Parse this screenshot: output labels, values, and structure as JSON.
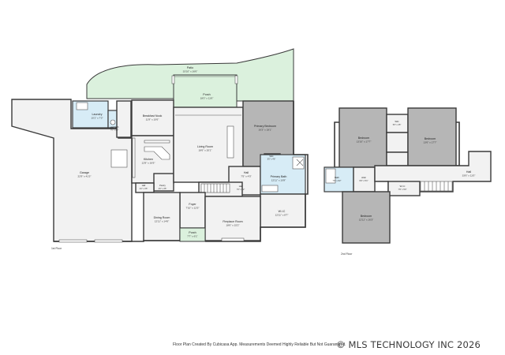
{
  "rooms": {
    "patio": {
      "name": "Patio",
      "dim": "33'10\" x 16'6\""
    },
    "porch_back": {
      "name": "Porch",
      "dim": "18'0\" x 11'6\""
    },
    "laundry": {
      "name": "Laundry",
      "dim": "10'1\" x 7'3\""
    },
    "half_bath": {
      "name": "Half Bath",
      "dim": "7'6\" x 5'0\""
    },
    "breakfast": {
      "name": "Breakfast Nook",
      "dim": "11'9\" x 10'6\""
    },
    "primary_bedroom": {
      "name": "Primary Bedroom",
      "dim": "16'3\" x 18'1\""
    },
    "garage": {
      "name": "Garage",
      "dim": "22'9\" x 41'3\""
    },
    "kitchen": {
      "name": "Kitchen",
      "dim": "12'8\" x 16'6\""
    },
    "living": {
      "name": "Living Room",
      "dim": "18'6\" x 20'1\""
    },
    "wic_small": {
      "name": "WIC",
      "dim": "5'0\" x 4'6\""
    },
    "hall_main": {
      "name": "Hall",
      "dim": "7'5\" x 4'5\""
    },
    "primary_bath": {
      "name": "Primary Bath",
      "dim": "12'11\" x 10'8\""
    },
    "hall_small": {
      "name": "Hall",
      "dim": "4'2\" x 3'5\""
    },
    "pantry": {
      "name": "Pantry",
      "dim": "4'0\" x 4'5\""
    },
    "hall_center": {
      "name": "Hall",
      "dim": "7'6\" x 3'2\""
    },
    "wic_primary": {
      "name": "W.I.C",
      "dim": "12'11\" x 8'7\""
    },
    "foyer": {
      "name": "Foyer",
      "dim": "7'10\" x 12'5\""
    },
    "dining": {
      "name": "Dining Room",
      "dim": "12'11\" x 14'6\""
    },
    "fireplace": {
      "name": "Fireplace Room",
      "dim": "18'6\" x 15'2\""
    },
    "porch_front": {
      "name": "Porch",
      "dim": "7'7\" x 6'1\""
    },
    "bedroom_1": {
      "name": "Bedroom",
      "dim": "13'10\" x 17'7\""
    },
    "wic_up1": {
      "name": "WIC",
      "dim": "5'6\" x 4'5\""
    },
    "bedroom_2": {
      "name": "Bedroom",
      "dim": "13'6\" x 17'7\""
    },
    "bath_up": {
      "name": "Bath",
      "dim": "7'0\" x 8'2\""
    },
    "attic": {
      "name": "Attic",
      "dim": "6'0\" x 5'1\""
    },
    "wic_up2": {
      "name": "W.I.C",
      "dim": "7'9\" x 5'0\""
    },
    "hall_up": {
      "name": "Hall",
      "dim": "33'6\" x 11'0\""
    },
    "bedroom_3": {
      "name": "Bedroom",
      "dim": "12'11\" x 16'3\""
    }
  },
  "floors": {
    "first": "1st Floor",
    "second": "2nd Floor"
  },
  "footer": {
    "credit": "Floor Plan Created By Cubicasa App. Measurements Deemed Highly Reliable But Not Guaranteed.",
    "watermark": "© MLS TECHNOLOGY INC 2026"
  },
  "colors": {
    "outdoor": "#dbf1dd",
    "primary_suite": "#b6b6b6",
    "bath": "#d7ecf6",
    "interior": "#f2f2f2",
    "wall": "#3a3a3a"
  }
}
